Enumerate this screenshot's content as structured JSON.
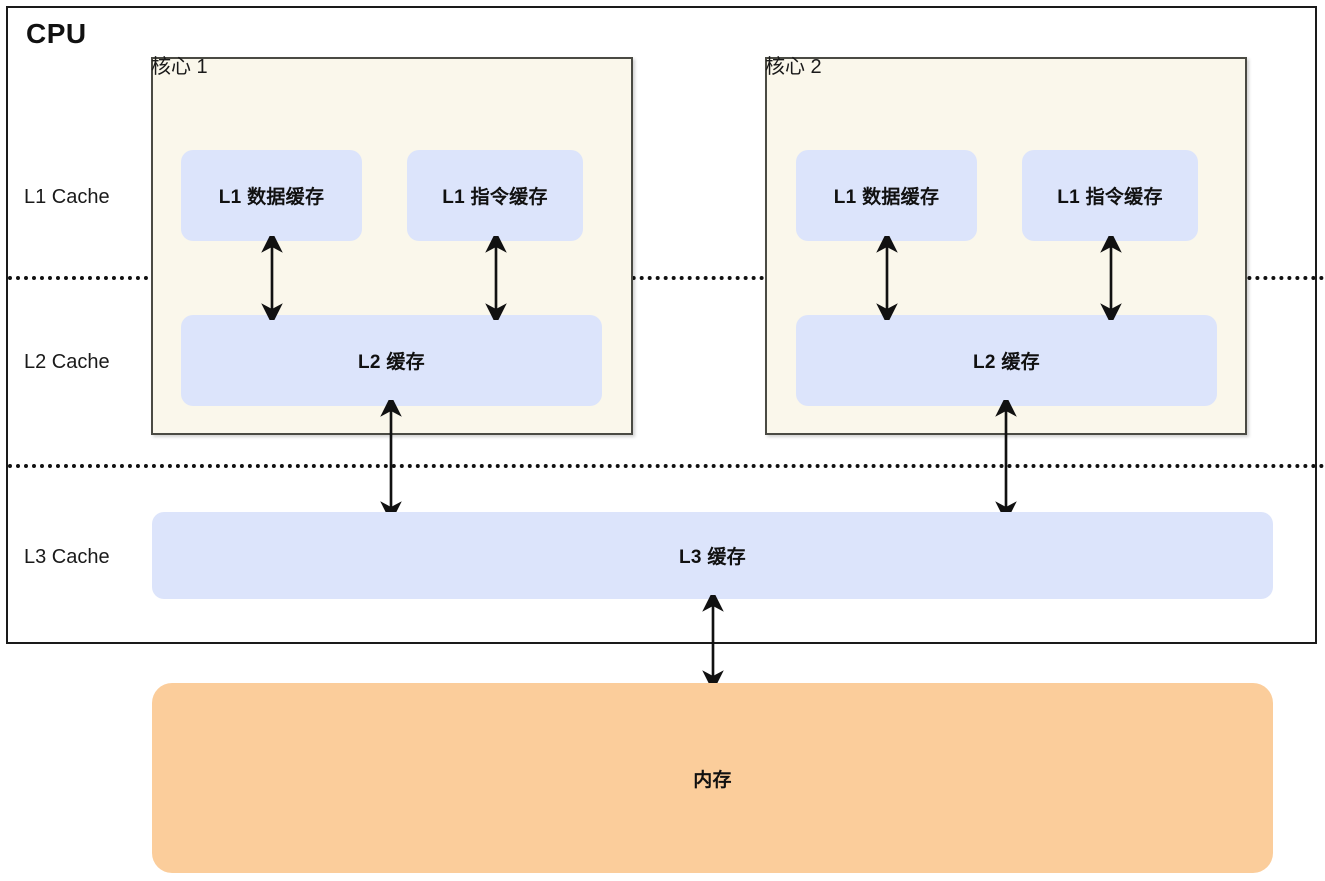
{
  "diagram": {
    "title": "CPU",
    "levels": [
      {
        "id": "l1",
        "label": "L1 Cache"
      },
      {
        "id": "l2",
        "label": "L2 Cache"
      },
      {
        "id": "l3",
        "label": "L3 Cache"
      }
    ],
    "cores": [
      {
        "id": "core1",
        "title": "核心 1",
        "l1_data": "L1 数据缓存",
        "l1_instruction": "L1 指令缓存",
        "l2": "L2 缓存"
      },
      {
        "id": "core2",
        "title": "核心 2",
        "l1_data": "L1 数据缓存",
        "l1_instruction": "L1 指令缓存",
        "l2": "L2 缓存"
      }
    ],
    "shared": {
      "l3": "L3 缓存",
      "memory": "内存"
    },
    "colors": {
      "cache_fill": "#dce4fb",
      "core_fill": "#faf7eb",
      "memory_fill": "#fbcd9b",
      "outline": "#1a1a1a",
      "core_outline": "#4a4a43"
    }
  }
}
